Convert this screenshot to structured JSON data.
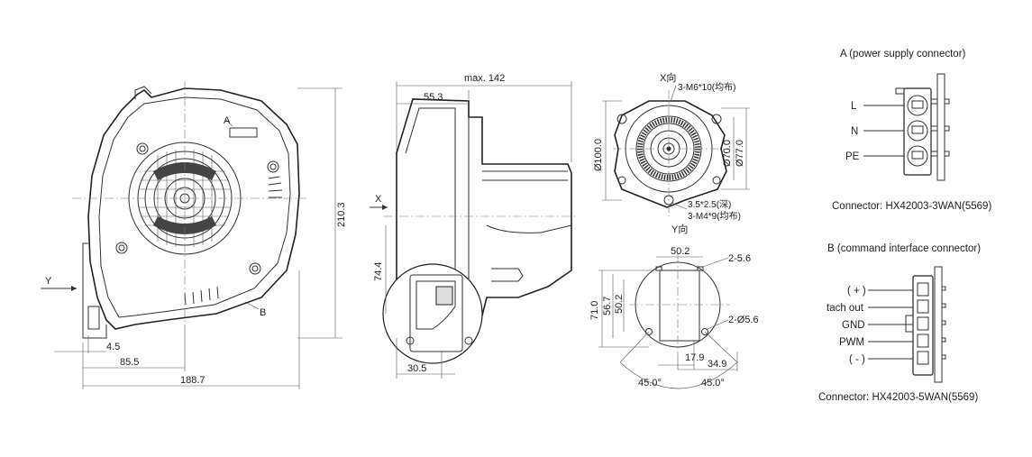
{
  "front_view": {
    "labels": {
      "a": "A",
      "b": "B",
      "y_axis": "Y"
    },
    "dims": {
      "height": "210.3",
      "offset_small": "4.5",
      "offset_center": "85.5",
      "width_total": "188.7"
    }
  },
  "side_view": {
    "labels": {
      "x_axis": "X"
    },
    "dims": {
      "max_depth": "max. 142",
      "flange_depth": "55.3",
      "outlet_height": "74.4",
      "outlet_offset": "30.5"
    }
  },
  "motor_view": {
    "labels": {
      "x_dir": "X向",
      "y_dir": "Y向",
      "screw_top": "3-M6*10(均布)",
      "hole_depth": "3.5*2.5(深)",
      "screw_bottom": "3-M4*9(均布)"
    },
    "dims": {
      "dia_100": "Ø100.0",
      "dia_70": "Ø70.0",
      "dia_77": "Ø77.0"
    }
  },
  "outlet_view": {
    "dims": {
      "top_width": "50.2",
      "slot": "2-5.6",
      "h71": "71.0",
      "h56": "56.7",
      "h50": "50.2",
      "hole": "2-Ø5.6",
      "w17": "17.9",
      "w34": "34.9",
      "angle_left": "45.0°",
      "angle_right": "45.0°"
    }
  },
  "connector_a": {
    "title": "A (power supply connector)",
    "pins": [
      "L",
      "N",
      "PE"
    ],
    "caption": "Connector: HX42003-3WAN(5569)"
  },
  "connector_b": {
    "title": "B (command interface connector)",
    "pins": [
      "( + )",
      "tach out",
      "GND",
      "PWM",
      "( - )"
    ],
    "caption": "Connector: HX42003-5WAN(5569)"
  }
}
